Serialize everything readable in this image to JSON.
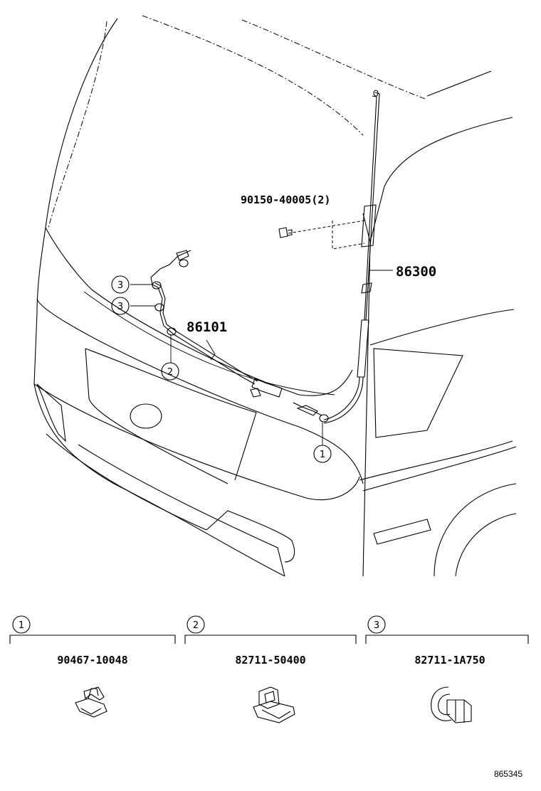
{
  "parts": {
    "bolt": "90150-40005(2)",
    "antenna": "86300",
    "cord": "86101"
  },
  "callouts": [
    "1",
    "2",
    "3"
  ],
  "legend": [
    {
      "key": "1",
      "part_number": "90467-10048"
    },
    {
      "key": "2",
      "part_number": "82711-50400"
    },
    {
      "key": "3",
      "part_number": "82711-1A750"
    }
  ],
  "diagram_code": "865345"
}
